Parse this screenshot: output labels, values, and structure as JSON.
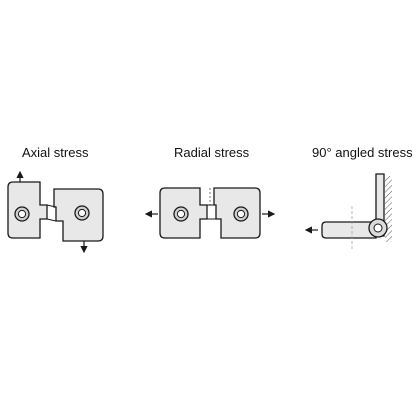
{
  "diagram": {
    "panels": [
      {
        "label": "Axial stress",
        "icon": "axial-stress-hinge-icon"
      },
      {
        "label": "Radial stress",
        "icon": "radial-stress-hinge-icon"
      },
      {
        "label": "90° angled stress",
        "icon": "angled-stress-hinge-icon"
      }
    ],
    "colors": {
      "plate": "#e8e8e8",
      "stroke": "#1a1a1a",
      "bore": "#9a9a9a"
    }
  }
}
